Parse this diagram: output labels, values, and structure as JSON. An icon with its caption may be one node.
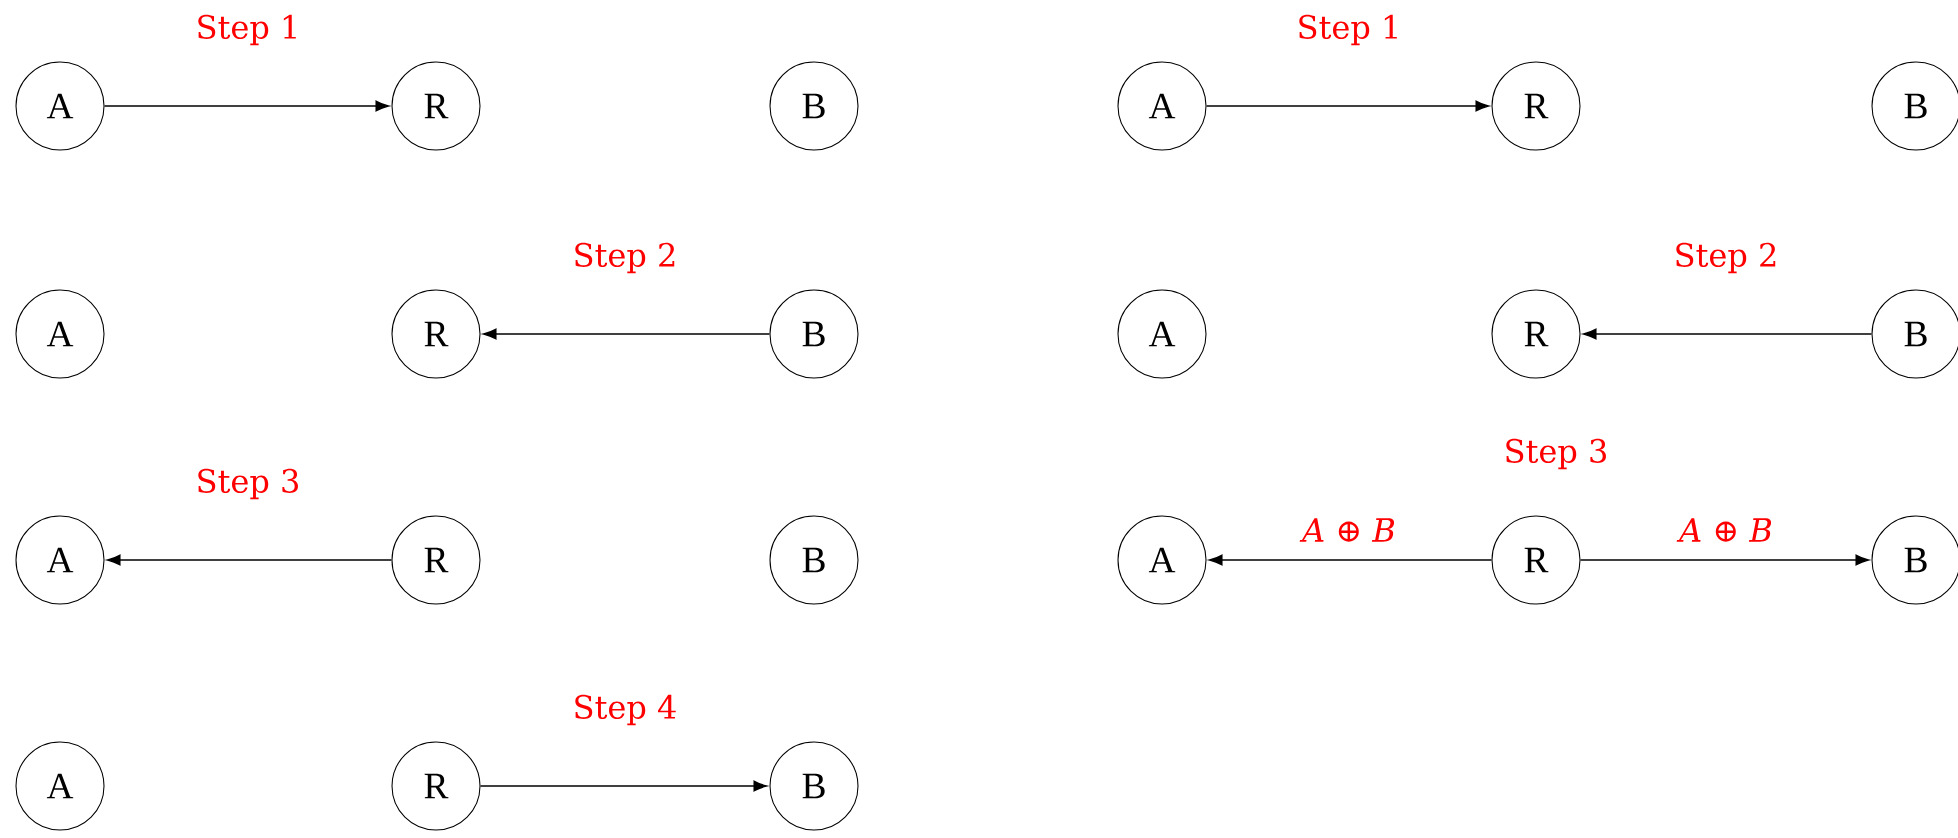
{
  "diagram": {
    "nodes": [
      {
        "text": [
          "A"
        ]
      },
      {
        "text": [
          "R"
        ]
      },
      {
        "text": [
          "B"
        ]
      },
      {
        "text": [
          "A"
        ]
      },
      {
        "text": [
          "R"
        ]
      },
      {
        "text": [
          "B"
        ]
      },
      {
        "text": [
          "A"
        ]
      },
      {
        "text": [
          "R"
        ]
      },
      {
        "text": [
          "B"
        ]
      },
      {
        "text": [
          "A"
        ]
      },
      {
        "text": [
          "R"
        ]
      },
      {
        "text": [
          "B"
        ]
      },
      {
        "text": [
          "A"
        ]
      },
      {
        "text": [
          "R"
        ]
      },
      {
        "text": [
          "B"
        ]
      },
      {
        "text": [
          "A"
        ]
      },
      {
        "text": [
          "R"
        ]
      },
      {
        "text": [
          "B"
        ]
      },
      {
        "text": [
          "A"
        ]
      },
      {
        "text": [
          "R"
        ]
      },
      {
        "text": [
          "B"
        ]
      }
    ],
    "edges": [
      {
        "from": 0,
        "to": 1,
        "arrow": "to",
        "label": "Step 1"
      },
      {
        "from": 5,
        "to": 4,
        "arrow": "to",
        "label": "Step 2"
      },
      {
        "from": 7,
        "to": 6,
        "arrow": "to",
        "label": "Step 3"
      },
      {
        "from": 10,
        "to": 11,
        "arrow": "to",
        "label": "Step 4"
      },
      {
        "from": 12,
        "to": 13,
        "arrow": "to",
        "label": "Step 1"
      },
      {
        "from": 17,
        "to": 16,
        "arrow": "to",
        "label": "Step 2"
      },
      {
        "from": 19,
        "to": 18,
        "arrow": "to",
        "label": "*A* ⊕ *B*"
      },
      {
        "from": 19,
        "to": 20,
        "arrow": "to",
        "label": "*A* ⊕ *B*"
      }
    ],
    "labels": [
      "Step 3"
    ]
  }
}
